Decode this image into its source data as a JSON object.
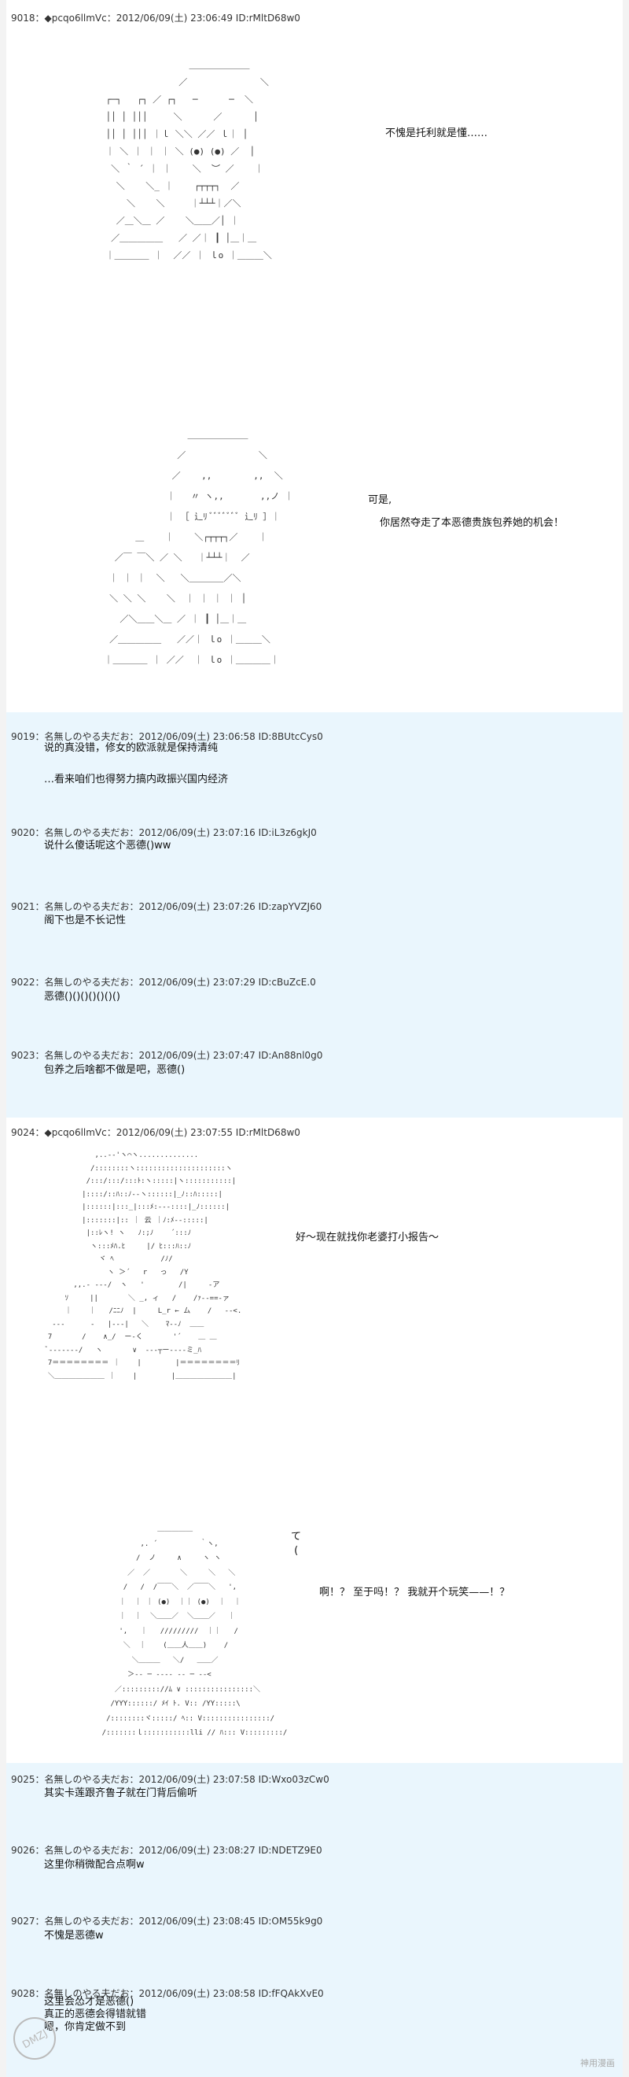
{
  "posts": [
    {
      "id": "9018",
      "header": "9018：◆pcqo6llmVc：2012/06/09(土) 23:06:49 ID:rMltD68w0",
      "aa1_lines": [
        "                    ＿＿＿＿＿＿＿",
        "                  ／              ＼",
        "    ┌─┐   ┌┐ ／ ┌┐   ─      ─  ＼",
        "    ││ │ │││     ＼      ／      │",
        "    ││ │ │││ ｜ｌ ＼＼ ／／ ｌ｜ │",
        "    ｜ ＼ ｜ ｜ ｜ ＼ (●) (●) ／  │",
        "     ＼ ｀ ´ ｜ ｜    ＼  ︶ ／    ｜",
        "      ＼    ＼_ ｜    ┌┬┬┬┐  ／",
        "        ＼    ＼     ｜┴┴┴｜／＼",
        "      ／＿＼＿ ／    ＼＿＿／│ ｜",
        "     ／＿＿＿＿＿   ／ ／｜ ┃ │＿｜＿",
        "    ｜＿＿＿＿ ｜  ／／ ｜ ｌo ｜＿＿＿＼"
      ],
      "aa1_caption": "不愧是托利就是懂……",
      "aa2_lines": [
        "                    ＿＿＿＿＿＿＿",
        "                  ／              ＼",
        "                 ／    ,,        ,,  ＼",
        "                ｜   〃 ヽ,,       ,,ノ ｜",
        "                ｜ ［ 辶ﾘ ﾞﾞﾞﾞﾞﾞﾞ 辶ﾘ ］｜",
        "          ＿    ｜    ＼┌┬┬┬┐／    ｜",
        "      ／￣ ￣＼ ／ ＼   ｜┴┴┴｜  ／",
        "     ｜ ｜ ｜  ＼   ＼＿＿＿＿／＼",
        "     ＼ ＼ ＼    ＼  ｜ ｜ ｜ ｜ │",
        "       ／＼＿＿＼＿ ／ ｜ ┃ │＿｜＿",
        "     ／＿＿＿＿＿   ／／｜ ｌo ｜＿＿＿＼",
        "    ｜＿＿＿＿ ｜ ／／  ｜ ｌo ｜＿＿＿＿｜"
      ],
      "aa2_caption1": "可是,",
      "aa2_caption2": "你居然夺走了本恶德贵族包养她的机会！"
    },
    {
      "id": "9019",
      "header": "9019：名無しのやる夫だお：2012/06/09(土) 23:06:58 ID:8BUtcCys0",
      "body": "说的真没错，修女的欧派就是保持清纯\n\n…看来咱们也得努力搞内政振兴国内经济"
    },
    {
      "id": "9020",
      "header": "9020：名無しのやる夫だお：2012/06/09(土) 23:07:16 ID:iL3z6gkJ0",
      "body": "说什么傻话呢这个恶德()ww"
    },
    {
      "id": "9021",
      "header": "9021：名無しのやる夫だお：2012/06/09(土) 23:07:26 ID:zapYVZJ60",
      "body": "阁下也是不长记性"
    },
    {
      "id": "9022",
      "header": "9022：名無しのやる夫だお：2012/06/09(土) 23:07:29 ID:cBuZcE.0",
      "body": "恶德()()()()()()()"
    },
    {
      "id": "9023",
      "header": "9023：名無しのやる夫だお：2012/06/09(土) 23:07:47 ID:An88nl0g0",
      "body": "包养之后啥都不做是吧，恶德()"
    },
    {
      "id": "9024",
      "header": "9024：◆pcqo6llmVc：2012/06/09(土) 23:07:55 ID:rMltD68w0",
      "aa1_lines": [
        "             ,..-‐'ヽ⌒ヽ..............",
        "            /::::::::ヽ:::::::::::::::::::::ヽ",
        "           /:::/:::/:::ﾄ:ヽ:::::|ヽ:::::::::::|",
        "          |::::/::ﾊ::ﾉ‐-ヽ::::::|_ﾉ::ﾊ:::::|",
        "          |::::::|:::_|:::ﾒ:‐--::::|_ﾉ::::::|",
        "          |:::::::|:: ｜ 云 ｜ﾉ:ﾒ‐-:::::|",
        "           |::ﾚヽ! ヽ   ﾉ:;ﾉ    ´:::ﾉ",
        "            ヽ:::ﾒﾊ.ﾋ     |/ ﾋ:::ﾊ::ﾉ",
        "              ヾ ﾍ           /ﾉ/",
        "                ヽ ＞´   r   っ   /Y",
        "        ,,.- ‐‐‐/  ヽ   '        /|     -ア",
        "      ｿ     ||       ＼ _, ィ   /    /ｧ--==‐ァ",
        "      ｜    ｜   /ﾆﾆﾉ  |     L_r ← ム    /   -‐<.",
        "   ‐‐‐      ‐   |‐--|   ＼    ﾏ‐‐ﾉ  ＿＿",
        "  7       /    ∧_/  ー-く       '´    ＿ ＿",
        "  ﾞ‐‐-‐‐‐‐/   ヽ       ∨  ‐‐‐┬ー‐‐‐‐ミ_ﾊ",
        "  7＝＝＝＝＝＝＝＝ ｜    |        |＝＝＝＝＝＝＝＝ﾘ",
        "  ＼＿＿＿＿＿＿＿ ｜    |        |＿＿＿＿＿＿＿＿|"
      ],
      "aa1_caption": "好～现在就找你老婆打小报告～",
      "aa2_lines": [
        "                 ＿＿＿＿＿",
        "             ,. ´          ｀ヽ,",
        "            /  ノ     ∧     ヽ ヽ",
        "          ／  ／       ＼     ＼   ＼",
        "         /   /  /￣￣＼  ／￣￣＼   ',",
        "        ｜  ｜ ｜ (●)  ｜｜ (●)  ｜  ｜",
        "        ｜  ｜  ＼＿＿／  ＼＿＿／   ｜",
        "        ',   ｜   /////////  ｜｜   /",
        "         ＼  ｜    (＿＿人＿＿)    /",
        "           ＼＿＿＿   ＼/   ＿＿／",
        "          ＞‐- ─ ---- ‐- ─ ‐‐< ",
        "       ／::::::::://ﾑ ∨ ::::::::::::::::＼",
        "      /YYY::::::/ ﾒｲ ﾄ. V:: /YY:::::\\",
        "     /::::::::ヾ:::::/ ﾍ:: V::::::::::::::::/",
        "    /:::::::ｌ:::::::::::lli // ﾊ::: V:::::::::/"
      ],
      "aa2_te": "て\n (",
      "aa2_caption": "啊！？ 至于吗！？  我就开个玩笑——！？"
    },
    {
      "id": "9025",
      "header": "9025：名無しのやる夫だお：2012/06/09(土) 23:07:58 ID:Wxo03zCw0",
      "body": "其实卡莲跟齐鲁子就在门背后偷听"
    },
    {
      "id": "9026",
      "header": "9026：名無しのやる夫だお：2012/06/09(土) 23:08:27 ID:NDETZ9E0",
      "body": "这里你稍微配合点啊w"
    },
    {
      "id": "9027",
      "header": "9027：名無しのやる夫だお：2012/06/09(土) 23:08:45 ID:OM55k9g0",
      "body": "不愧是恶德w"
    },
    {
      "id": "9028",
      "header": "9028：名無しのやる夫だお：2012/06/09(土) 23:08:58 ID:fFQAkXvE0",
      "body": "这里会怂才是恶德()\n真正的恶德会得错就错\n嗯，你肯定做不到"
    }
  ],
  "watermark": {
    "badge_text": "DMZJ",
    "corner_text": "神用漫画"
  }
}
